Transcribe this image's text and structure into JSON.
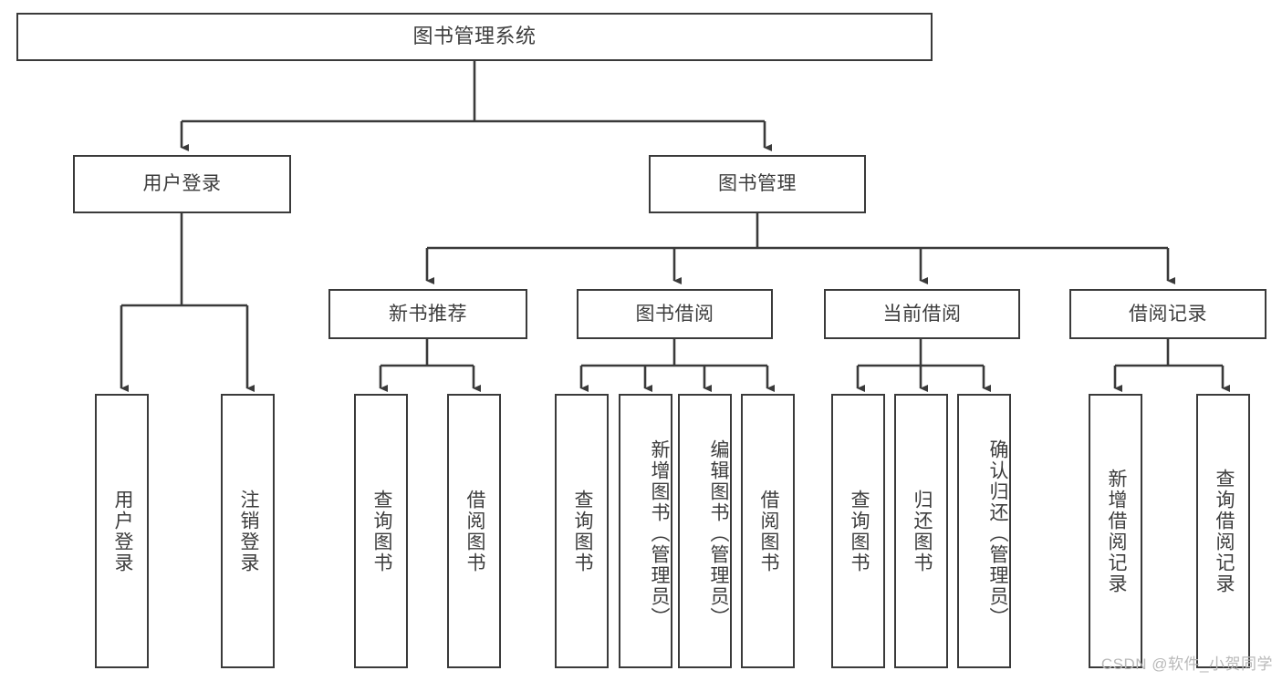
{
  "diagram": {
    "type": "tree-hierarchy",
    "title": "图书管理系统",
    "watermark": "CSDN @软件_小贺同学",
    "colors": {
      "background": "#ffffff",
      "border": "#3a3a3a",
      "text": "#3d3d3d",
      "edge": "#3a3a3a",
      "watermark": "#b9b9b9"
    },
    "nodes": {
      "root": {
        "label": "图书管理系统",
        "level": 0
      },
      "level1": [
        {
          "id": "user-login",
          "label": "用户登录"
        },
        {
          "id": "book-manage",
          "label": "图书管理"
        }
      ],
      "level2": [
        {
          "id": "new-book-recommend",
          "label": "新书推荐",
          "parent": "book-manage"
        },
        {
          "id": "book-borrow",
          "label": "图书借阅",
          "parent": "book-manage"
        },
        {
          "id": "current-borrow",
          "label": "当前借阅",
          "parent": "book-manage"
        },
        {
          "id": "borrow-record",
          "label": "借阅记录",
          "parent": "book-manage"
        }
      ],
      "leaves": [
        {
          "id": "leaf-user-login",
          "label": "用户登录",
          "parent": "user-login"
        },
        {
          "id": "leaf-logout-login",
          "label": "注销登录",
          "parent": "user-login"
        },
        {
          "id": "leaf-query-book-1",
          "label": "查询图书",
          "parent": "new-book-recommend"
        },
        {
          "id": "leaf-borrow-book-1",
          "label": "借阅图书",
          "parent": "new-book-recommend"
        },
        {
          "id": "leaf-query-book-2",
          "label": "查询图书",
          "parent": "book-borrow"
        },
        {
          "id": "leaf-add-book",
          "label": "新增图书（管理员）",
          "parent": "book-borrow"
        },
        {
          "id": "leaf-edit-book",
          "label": "编辑图书（管理员）",
          "parent": "book-borrow"
        },
        {
          "id": "leaf-borrow-book-2",
          "label": "借阅图书",
          "parent": "book-borrow"
        },
        {
          "id": "leaf-query-book-3",
          "label": "查询图书",
          "parent": "current-borrow"
        },
        {
          "id": "leaf-return-book",
          "label": "归还图书",
          "parent": "current-borrow"
        },
        {
          "id": "leaf-confirm-return",
          "label": "确认归还（管理员）",
          "parent": "current-borrow"
        },
        {
          "id": "leaf-add-record",
          "label": "新增借阅记录",
          "parent": "borrow-record"
        },
        {
          "id": "leaf-query-record",
          "label": "查询借阅记录",
          "parent": "borrow-record"
        }
      ]
    }
  }
}
